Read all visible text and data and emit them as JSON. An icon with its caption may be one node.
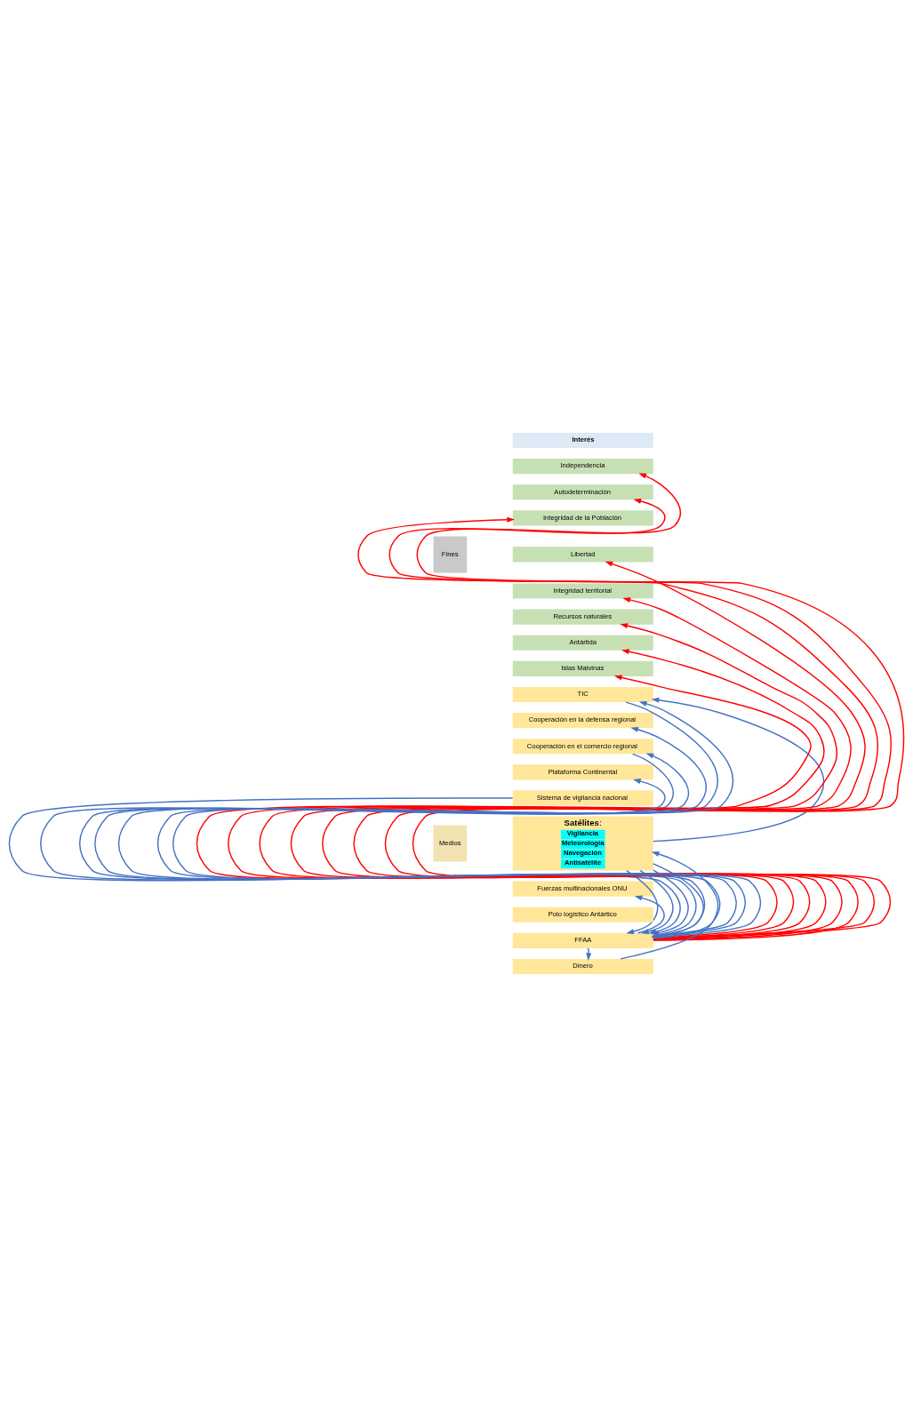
{
  "diagram": {
    "nodes": [
      {
        "text": [
          "Interés"
        ]
      },
      {
        "text": [
          "Fines"
        ]
      },
      {
        "text": [
          "Medios"
        ]
      },
      {
        "text": [
          "Independencia"
        ]
      },
      {
        "text": [
          "Autodeterminación"
        ]
      },
      {
        "text": [
          "Integridad de la Población"
        ]
      },
      {
        "text": [
          "Libertad"
        ]
      },
      {
        "text": [
          "Integridad territorial"
        ]
      },
      {
        "text": [
          "Recursos naturales"
        ]
      },
      {
        "text": [
          "Antártida"
        ]
      },
      {
        "text": [
          "Islas Malvinas"
        ]
      },
      {
        "text": [
          "TIC"
        ]
      },
      {
        "text": [
          "Cooperación en la defensa regional"
        ]
      },
      {
        "text": [
          "Cooperación en el comercio regional"
        ]
      },
      {
        "text": [
          "Plataforma Continental"
        ]
      },
      {
        "text": [
          "Sistema de vigilancia nacional"
        ]
      },
      {
        "text": [
          "**Satélites**:",
          "Vigilancia",
          "Meteorología",
          "Navegación",
          "Antisatélite"
        ]
      },
      {
        "text": [
          "Fuerzas multinacionales ONU"
        ]
      },
      {
        "text": [
          "Polo logístico Antártico"
        ]
      },
      {
        "text": [
          "FFAA"
        ]
      },
      {
        "text": [
          "Dinero"
        ]
      }
    ],
    "edges": [
      {
        "from": 19,
        "to": 3,
        "arrow": "to",
        "color": "#ff0000"
      },
      {
        "from": 19,
        "to": 4,
        "arrow": "to",
        "color": "#ff0000"
      },
      {
        "from": 19,
        "to": 5,
        "arrow": "to",
        "color": "#ff0000"
      },
      {
        "from": 19,
        "to": 6,
        "arrow": "to",
        "color": "#ff0000"
      },
      {
        "from": 19,
        "to": 7,
        "arrow": "to",
        "color": "#ff0000"
      },
      {
        "from": 19,
        "to": 8,
        "arrow": "to",
        "color": "#ff0000"
      },
      {
        "from": 19,
        "to": 9,
        "arrow": "to",
        "color": "#ff0000"
      },
      {
        "from": 19,
        "to": 10,
        "arrow": "to",
        "color": "#ff0000"
      },
      {
        "from": 11,
        "to": 19,
        "arrow": "to"
      },
      {
        "from": 13,
        "to": 19,
        "arrow": "to"
      },
      {
        "from": 15,
        "to": 19,
        "arrow": "to"
      },
      {
        "from": 16,
        "to": 19,
        "arrow": "to"
      },
      {
        "from": 16,
        "to": 19,
        "arrow": "to"
      },
      {
        "from": 16,
        "to": 19,
        "arrow": "to"
      },
      {
        "from": 16,
        "to": 19,
        "arrow": "to"
      },
      {
        "from": 19,
        "to": 20,
        "arrow": "to"
      },
      {
        "from": 16,
        "to": 11,
        "arrow": "to"
      },
      {
        "from": 19,
        "to": 11,
        "arrow": "to"
      },
      {
        "from": 19,
        "to": 12,
        "arrow": "to"
      },
      {
        "from": 19,
        "to": 13,
        "arrow": "to"
      },
      {
        "from": 19,
        "to": 14,
        "arrow": "to"
      },
      {
        "from": 20,
        "to": 16,
        "arrow": "to"
      },
      {
        "from": 19,
        "to": 17,
        "arrow": "to"
      }
    ]
  }
}
